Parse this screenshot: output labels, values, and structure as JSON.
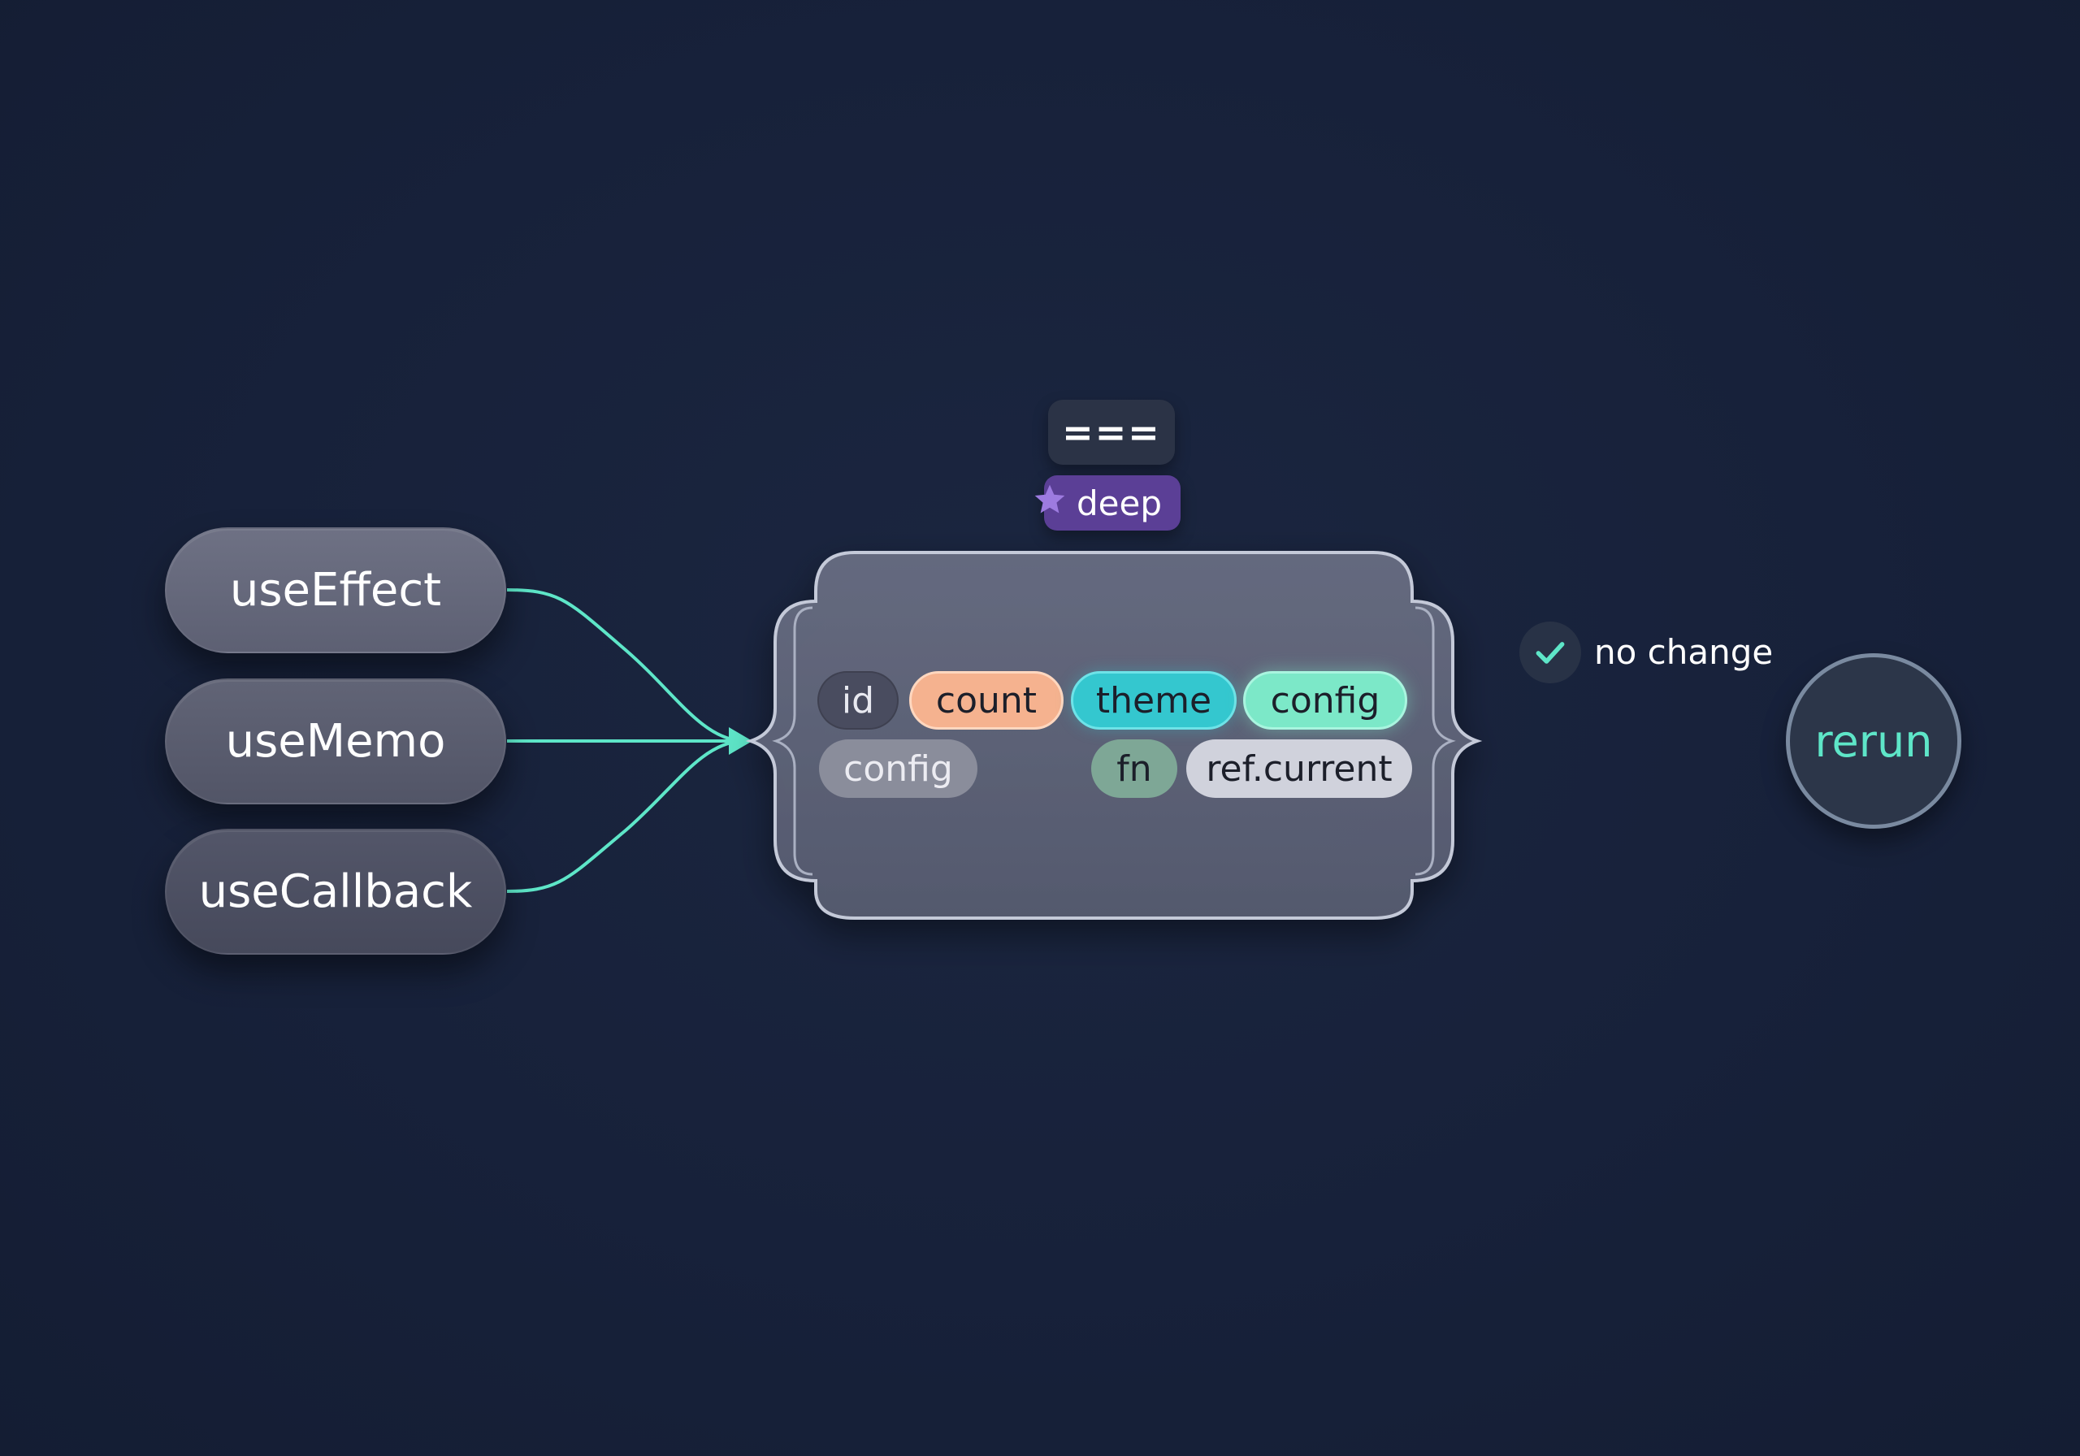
{
  "hooks": [
    {
      "label": "useEffect"
    },
    {
      "label": "useMemo"
    },
    {
      "label": "useCallback"
    }
  ],
  "comparison": {
    "operator": "===",
    "mode_label": "deep",
    "mode_icon": "star-icon"
  },
  "dependencies": {
    "row1": [
      "id",
      "count",
      "theme",
      "config"
    ],
    "row2": [
      "config",
      "fn",
      "ref.current"
    ]
  },
  "status": {
    "label": "no change",
    "icon": "check-icon"
  },
  "output": {
    "label": "rerun"
  },
  "colors": {
    "background": "#17213a",
    "wire": "#5ee6c8",
    "count_chip": "#f5b28f",
    "theme_chip": "#34c7cf",
    "config_chip": "#7ce8c8",
    "deep_badge": "#5b3f96"
  }
}
